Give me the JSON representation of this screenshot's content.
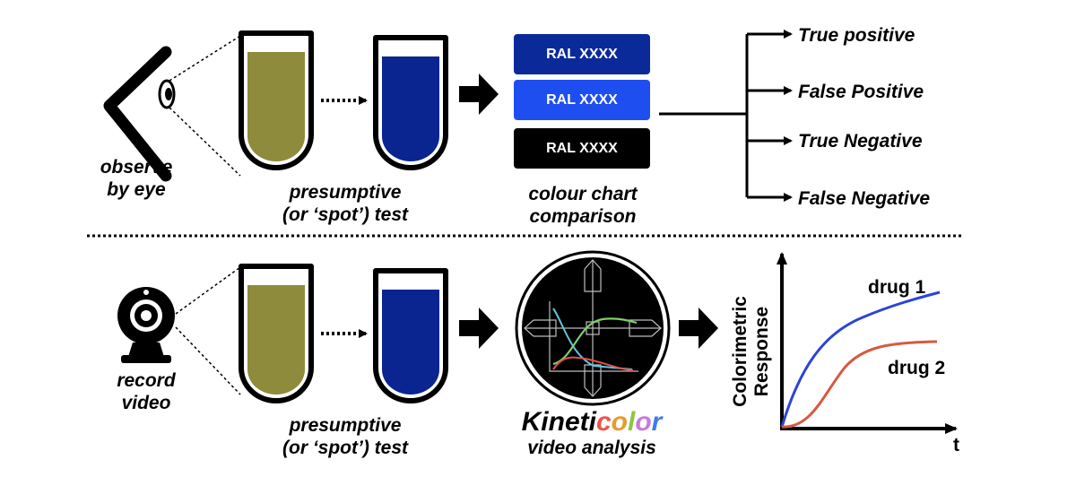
{
  "top": {
    "observer_label": [
      "observe",
      "by eye"
    ],
    "test_label": [
      "presumptive",
      "(or ‘spot’) test"
    ],
    "chart_label": [
      "colour chart",
      "comparison"
    ],
    "swatches": [
      {
        "label": "RAL XXXX",
        "color": "#0b2a9a"
      },
      {
        "label": "RAL XXXX",
        "color": "#1f4ef0"
      },
      {
        "label": "RAL XXXX",
        "color": "#000000"
      }
    ],
    "outcomes": [
      "True positive",
      "False Positive",
      "True Negative",
      "False Negative"
    ]
  },
  "bottom": {
    "recorder_label": [
      "record",
      "video"
    ],
    "test_label": [
      "presumptive",
      "(or ‘spot’) test"
    ],
    "brand": {
      "prefix": "Kineti",
      "letters": [
        {
          "ch": "c",
          "color": "#e8564b"
        },
        {
          "ch": "o",
          "color": "#e89a2e"
        },
        {
          "ch": "l",
          "color": "#8cc63f"
        },
        {
          "ch": "o",
          "color": "#c77bd6"
        },
        {
          "ch": "r",
          "color": "#3f7de6"
        }
      ],
      "subtitle": "video analysis"
    },
    "graph": {
      "ylabel": [
        "Colorimetric",
        "Response"
      ],
      "xlabel": "t",
      "series": [
        {
          "name": "drug 1",
          "color": "#2a45d6"
        },
        {
          "name": "drug 2",
          "color": "#d65a3f"
        }
      ]
    }
  },
  "colors": {
    "solution_before": "#8e8b3c",
    "solution_after": "#0a2490"
  }
}
